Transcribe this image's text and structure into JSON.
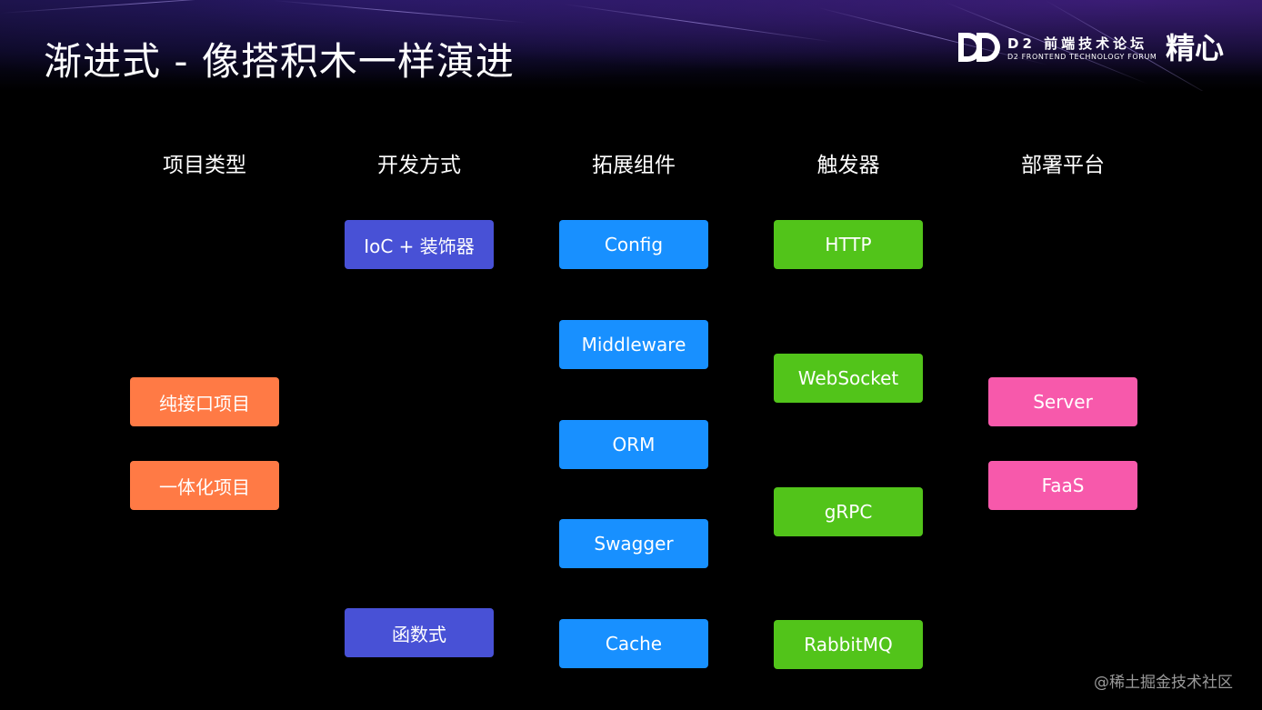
{
  "header": {
    "title": "渐进式 - 像搭积木一样演进",
    "brand_name": "D2 前端技术论坛",
    "brand_sub": "D2 FRONTEND TECHNOLOGY FORUM",
    "brand_right": "精心"
  },
  "columns": [
    {
      "header": "项目类型",
      "items": [
        "纯接口项目",
        "一体化项目"
      ]
    },
    {
      "header": "开发方式",
      "items": [
        "IoC + 装饰器",
        "函数式"
      ]
    },
    {
      "header": "拓展组件",
      "items": [
        "Config",
        "Middleware",
        "ORM",
        "Swagger",
        "Cache"
      ]
    },
    {
      "header": "触发器",
      "items": [
        "HTTP",
        "WebSocket",
        "gRPC",
        "RabbitMQ"
      ]
    },
    {
      "header": "部署平台",
      "items": [
        "Server",
        "FaaS"
      ]
    }
  ],
  "colors": {
    "project_type": "#ff7a45",
    "dev_mode": "#4851d6",
    "components": "#1890ff",
    "triggers": "#52c41a",
    "platforms": "#f759ab"
  },
  "watermark": "@稀土掘金技术社区"
}
